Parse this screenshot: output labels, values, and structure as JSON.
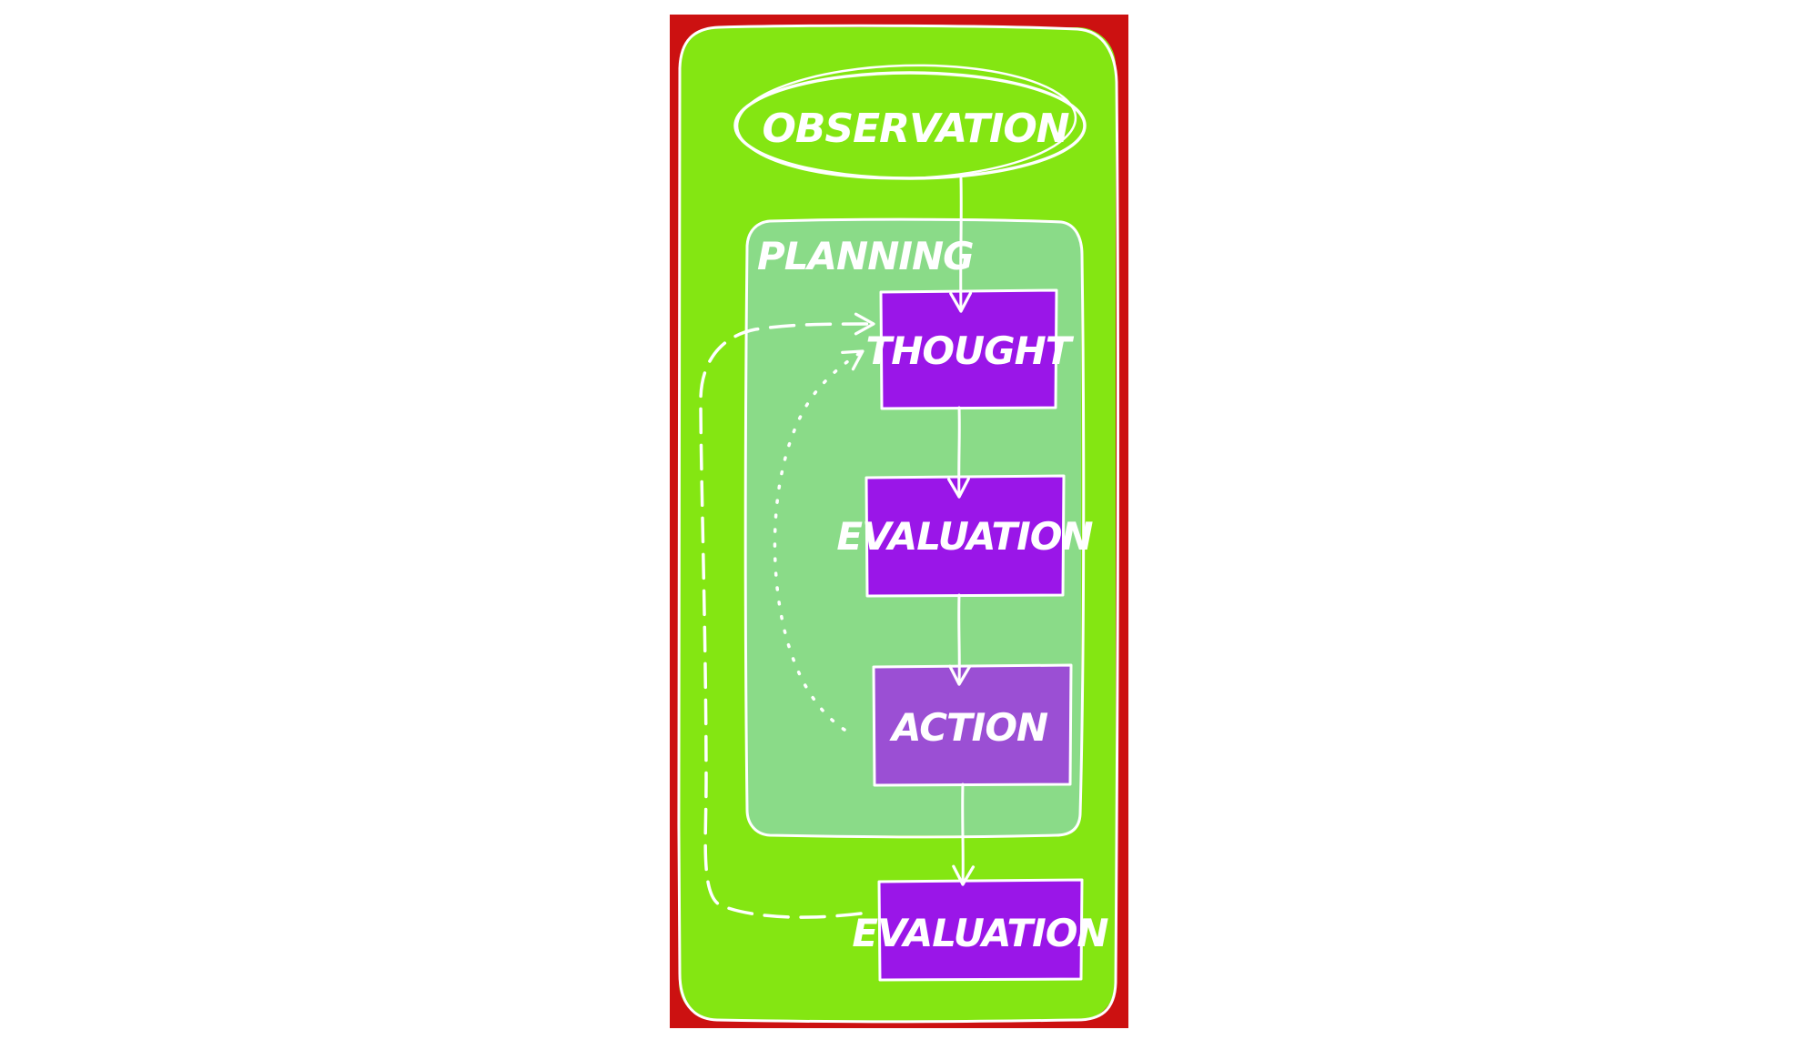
{
  "diagram": {
    "nodes": {
      "observation": "OBSERVATION",
      "planning": "PLANNING",
      "thought": "THOUGHT",
      "evaluation_inner": "EVALUATION",
      "action": "ACTION",
      "evaluation_outer": "EVALUATION"
    },
    "colors": {
      "frame_red": "#cc1111",
      "outer_green": "#84e612",
      "planning_green": "#8adb88",
      "purple": "#9a16e8",
      "purple_light": "#9b4fd4",
      "stroke": "#ffffff"
    }
  }
}
